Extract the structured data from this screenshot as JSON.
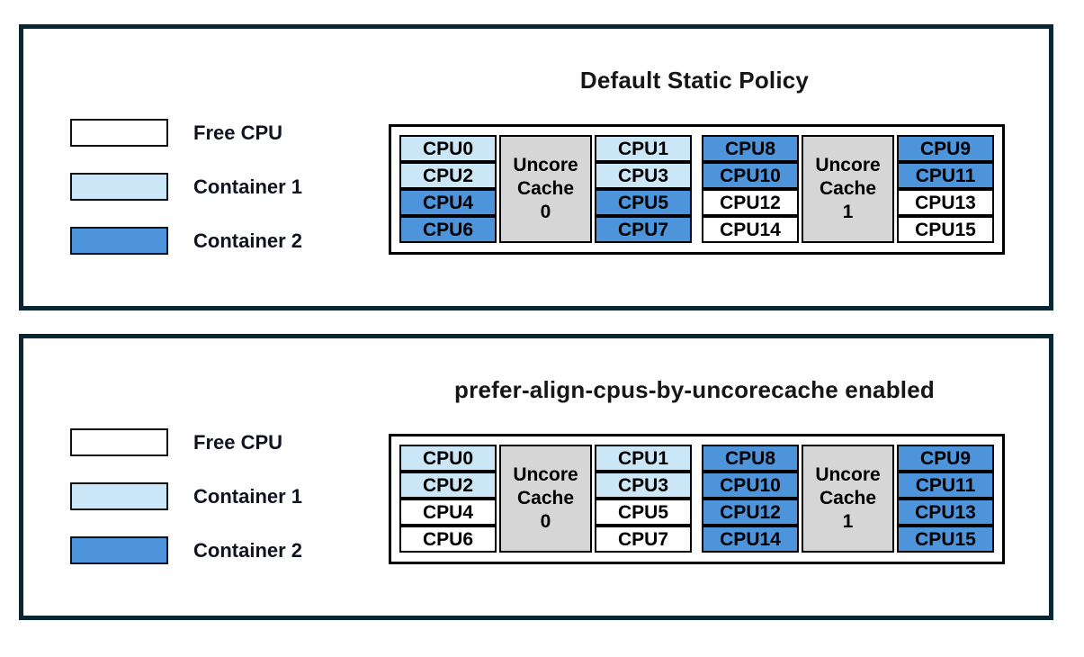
{
  "colors": {
    "panel_border": "#082634",
    "cache": "#d6d6d6",
    "free": "#ffffff",
    "container1": "#cbe6f6",
    "container2": "#4d94da"
  },
  "legend": {
    "items": [
      {
        "label": "Free CPU",
        "fill": "#ffffff"
      },
      {
        "label": "Container 1",
        "fill": "#cbe6f6"
      },
      {
        "label": "Container 2",
        "fill": "#4d94da"
      }
    ]
  },
  "panels": [
    {
      "title": "Default Static Policy",
      "groups": [
        {
          "cache_label": "Uncore\nCache\n0",
          "left": [
            {
              "label": "CPU0",
              "fill": "#cbe6f6"
            },
            {
              "label": "CPU2",
              "fill": "#cbe6f6"
            },
            {
              "label": "CPU4",
              "fill": "#4d94da"
            },
            {
              "label": "CPU6",
              "fill": "#4d94da"
            }
          ],
          "right": [
            {
              "label": "CPU1",
              "fill": "#cbe6f6"
            },
            {
              "label": "CPU3",
              "fill": "#cbe6f6"
            },
            {
              "label": "CPU5",
              "fill": "#4d94da"
            },
            {
              "label": "CPU7",
              "fill": "#4d94da"
            }
          ]
        },
        {
          "cache_label": "Uncore\nCache\n1",
          "left": [
            {
              "label": "CPU8",
              "fill": "#4d94da"
            },
            {
              "label": "CPU10",
              "fill": "#4d94da"
            },
            {
              "label": "CPU12",
              "fill": "#ffffff"
            },
            {
              "label": "CPU14",
              "fill": "#ffffff"
            }
          ],
          "right": [
            {
              "label": "CPU9",
              "fill": "#4d94da"
            },
            {
              "label": "CPU11",
              "fill": "#4d94da"
            },
            {
              "label": "CPU13",
              "fill": "#ffffff"
            },
            {
              "label": "CPU15",
              "fill": "#ffffff"
            }
          ]
        }
      ]
    },
    {
      "title": "prefer-align-cpus-by-uncorecache enabled",
      "groups": [
        {
          "cache_label": "Uncore\nCache\n0",
          "left": [
            {
              "label": "CPU0",
              "fill": "#cbe6f6"
            },
            {
              "label": "CPU2",
              "fill": "#cbe6f6"
            },
            {
              "label": "CPU4",
              "fill": "#ffffff"
            },
            {
              "label": "CPU6",
              "fill": "#ffffff"
            }
          ],
          "right": [
            {
              "label": "CPU1",
              "fill": "#cbe6f6"
            },
            {
              "label": "CPU3",
              "fill": "#cbe6f6"
            },
            {
              "label": "CPU5",
              "fill": "#ffffff"
            },
            {
              "label": "CPU7",
              "fill": "#ffffff"
            }
          ]
        },
        {
          "cache_label": "Uncore\nCache\n1",
          "left": [
            {
              "label": "CPU8",
              "fill": "#4d94da"
            },
            {
              "label": "CPU10",
              "fill": "#4d94da"
            },
            {
              "label": "CPU12",
              "fill": "#4d94da"
            },
            {
              "label": "CPU14",
              "fill": "#4d94da"
            }
          ],
          "right": [
            {
              "label": "CPU9",
              "fill": "#4d94da"
            },
            {
              "label": "CPU11",
              "fill": "#4d94da"
            },
            {
              "label": "CPU13",
              "fill": "#4d94da"
            },
            {
              "label": "CPU15",
              "fill": "#4d94da"
            }
          ]
        }
      ]
    }
  ]
}
